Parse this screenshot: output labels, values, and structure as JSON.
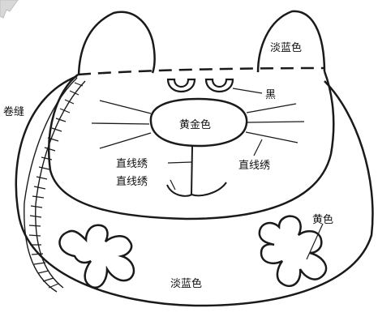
{
  "diagram": {
    "labels": {
      "ear_color": "淡蓝色",
      "eyes": "黑",
      "nose_color": "黄金色",
      "seam": "卷缝",
      "stitch_mouth_upper": "直线绣",
      "stitch_mouth_lower": "直线绣",
      "stitch_whiskers": "直线绣",
      "paw_color": "黄色",
      "body_color": "淡蓝色"
    }
  },
  "colors": {
    "outline": "#1a1a1a",
    "background": "#ffffff",
    "shading": "#d8d8d8"
  },
  "icons": {
    "corner_mark": "page-fold-marker"
  }
}
